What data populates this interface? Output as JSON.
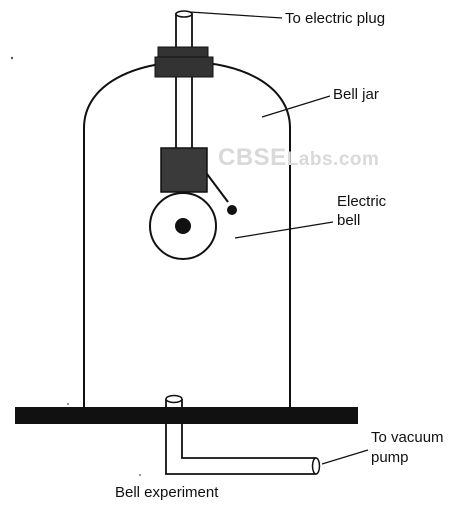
{
  "labels": {
    "plug": "To electric plug",
    "bell_jar": "Bell jar",
    "electric_bell_line1": "Electric",
    "electric_bell_line2": "bell",
    "vacuum_line1": "To vacuum",
    "vacuum_line2": "pump",
    "caption": "Bell experiment"
  },
  "watermark": {
    "part1": "CBSE",
    "part2": "Labs",
    "part3": ".com"
  },
  "colors": {
    "ink": "#111111",
    "stopper": "#333333",
    "watermark": "#d9d9d9"
  }
}
